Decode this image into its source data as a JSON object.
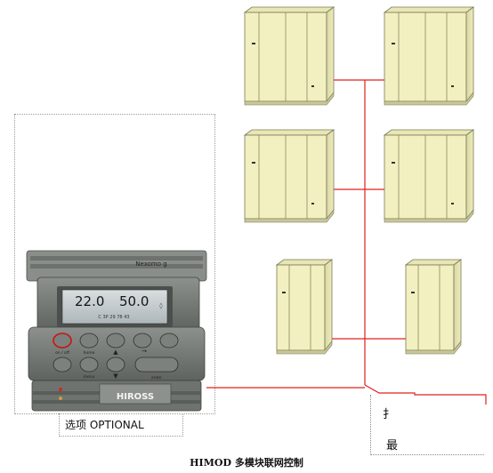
{
  "controller": {
    "brand_top": "Nexomo g",
    "display_temp": "22.0",
    "display_humidity": "50.0",
    "display_small": "C 3P 29 78 43",
    "key_on_off": "on / off",
    "key_home": "home",
    "key_menu": "menu",
    "key_enter": "enter",
    "brand_bottom": "HIROSS"
  },
  "labels": {
    "optional": "选项 OPTIONAL",
    "note_line1": "扌",
    "note_line2": "最",
    "caption": "HIMOD 多模块联网控制"
  },
  "colors": {
    "network_line": "#e0201e",
    "cabinet_fill": "#f2f0c0",
    "controller_body": "#7c807c"
  }
}
